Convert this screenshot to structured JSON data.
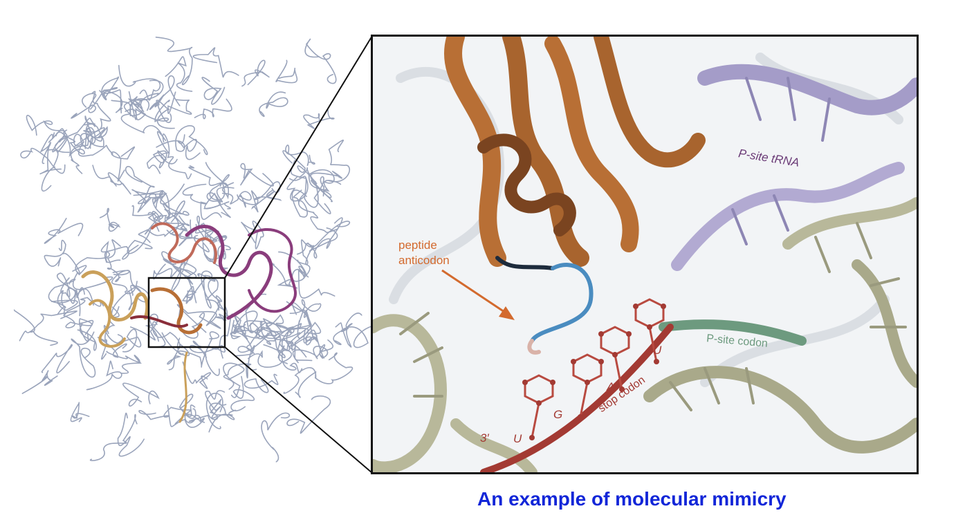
{
  "labels": {
    "peptide_line1": "peptide",
    "peptide_line2": "anticodon",
    "p_site_trna": "P-site tRNA",
    "p_site_codon": "P-site codon",
    "stop_codon": "stop codon",
    "nt_u1": "U",
    "nt_g": "G",
    "nt_a": "A",
    "nt_u2": "U",
    "three_prime": "3′"
  },
  "caption": "An example of molecular mimicry",
  "colors": {
    "rrna": "#9aa4bb",
    "protein": "#b86f35",
    "stop_codon": "#a33a33",
    "p_site_codon": "#6d9a7f",
    "p_site_trna": "#a49cc8",
    "caption": "#1226d8",
    "label_orange": "#d36a2e"
  }
}
